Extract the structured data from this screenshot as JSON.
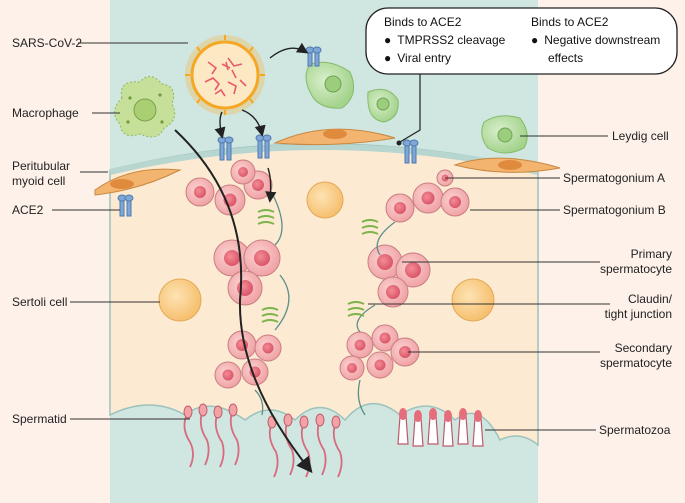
{
  "labels": {
    "sars_cov_2": "SARS-CoV-2",
    "macrophage": "Macrophage",
    "peritubular_1": "Peritubular",
    "peritubular_2": "myoid cell",
    "ace2": "ACE2",
    "sertoli": "Sertoli cell",
    "spermatid": "Spermatid",
    "leydig": "Leydig cell",
    "spermatogonium_a": "Spermatogonium A",
    "spermatogonium_b": "Spermatogonium B",
    "primary_1": "Primary",
    "primary_2": "spermatocyte",
    "claudin_1": "Claudin/",
    "claudin_2": "tight junction",
    "secondary_1": "Secondary",
    "secondary_2": "spermatocyte",
    "spermatozoa": "Spermatozoa"
  },
  "infobox": {
    "left_title": "Binds to ACE2",
    "left_items": [
      "TMPRSS2 cleavage",
      "Viral entry"
    ],
    "right_title": "Binds to ACE2",
    "right_item_1": "Negative downstream",
    "right_item_2": "effects",
    "bullet": "●"
  },
  "colors": {
    "background": "#fdf1ea",
    "interstitium": "#cfe6e1",
    "sertoli": "#fcead3",
    "germ_cell": "#f2a3a6",
    "nucleus": "#e66e7c",
    "receptor": "#7ea6d6",
    "claudin": "#9ccc63",
    "virus": "#f5b74a",
    "leydig": "#b9dea5"
  }
}
